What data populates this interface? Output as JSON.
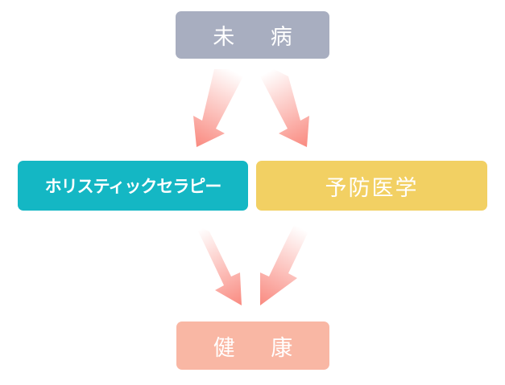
{
  "diagram": {
    "top_box": {
      "label": "未 病",
      "color": "#a8aec0"
    },
    "left_box": {
      "label": "ホリスティックセラピー",
      "color": "#14b7c4"
    },
    "right_box": {
      "label": "予防医学",
      "color": "#f2d063"
    },
    "bottom_box": {
      "label": "健 康",
      "color": "#f9b7a4"
    },
    "arrow_color": "#f98a80",
    "edges": [
      {
        "from": "top_box",
        "to": "left_box"
      },
      {
        "from": "top_box",
        "to": "right_box"
      },
      {
        "from": "left_box",
        "to": "bottom_box"
      },
      {
        "from": "right_box",
        "to": "bottom_box"
      }
    ]
  }
}
